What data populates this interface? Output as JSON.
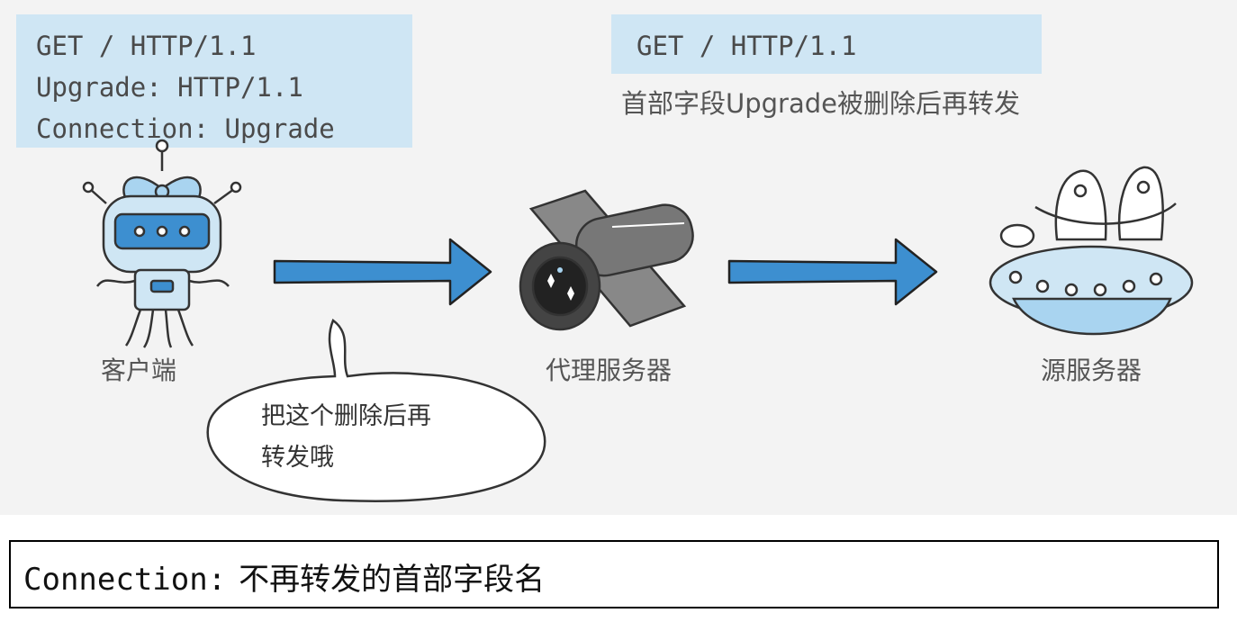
{
  "client_request": {
    "lines": [
      "GET / HTTP/1.1",
      "Upgrade: HTTP/1.1",
      "Connection: Upgrade"
    ]
  },
  "forwarded_request": {
    "line": "GET / HTTP/1.1",
    "note": "首部字段Upgrade被删除后再转发"
  },
  "nodes": {
    "client": "客户端",
    "proxy": "代理服务器",
    "origin": "源服务器"
  },
  "speech_bubble": {
    "line1": "把这个删除后再",
    "line2": "转发哦"
  },
  "caption": {
    "key": "Connection:",
    "desc": "不再转发的首部字段名"
  },
  "colors": {
    "box_fill": "#cfe6f4",
    "arrow_fill": "#3d8fd0",
    "accent_light": "#a9d4f0"
  },
  "icons": [
    "robot-client-icon",
    "satellite-proxy-icon",
    "ufo-origin-server-icon",
    "right-arrow-icon",
    "speech-bubble-icon"
  ]
}
